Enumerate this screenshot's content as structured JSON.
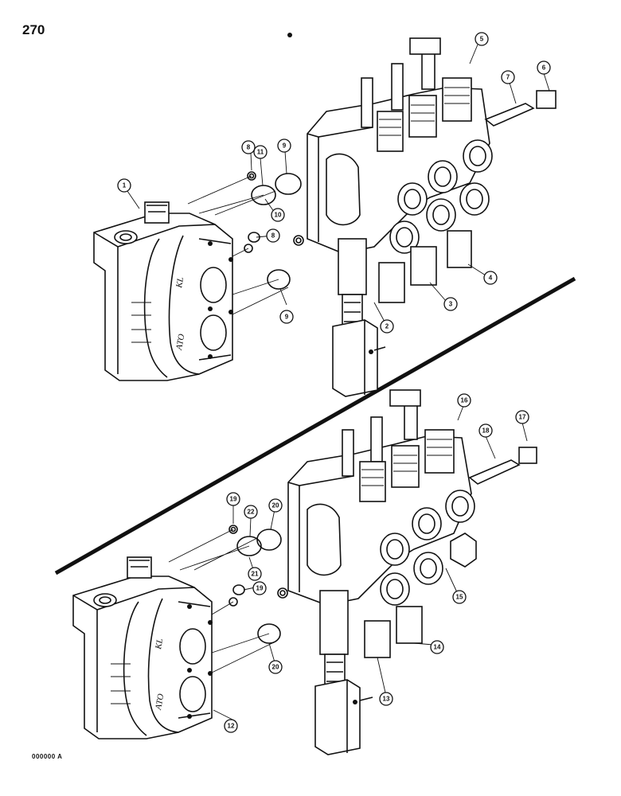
{
  "page": {
    "page_number": "270",
    "figure_code": "000000 A"
  },
  "casting_marks": {
    "upper": [
      "KL",
      "ATO"
    ],
    "lower": [
      "KL",
      "ATO"
    ]
  },
  "callouts": {
    "c1": "1",
    "c2": "2",
    "c3": "3",
    "c4": "4",
    "c5": "5",
    "c6": "6",
    "c7": "7",
    "c8a": "8",
    "c8b": "8",
    "c9a": "9",
    "c9b": "9",
    "c10": "10",
    "c11": "11",
    "c12": "12",
    "c13": "13",
    "c14": "14",
    "c15": "15",
    "c16": "16",
    "c17": "17",
    "c18": "18",
    "c19a": "19",
    "c19b": "19",
    "c20a": "20",
    "c20b": "20",
    "c21": "21",
    "c22": "22"
  }
}
